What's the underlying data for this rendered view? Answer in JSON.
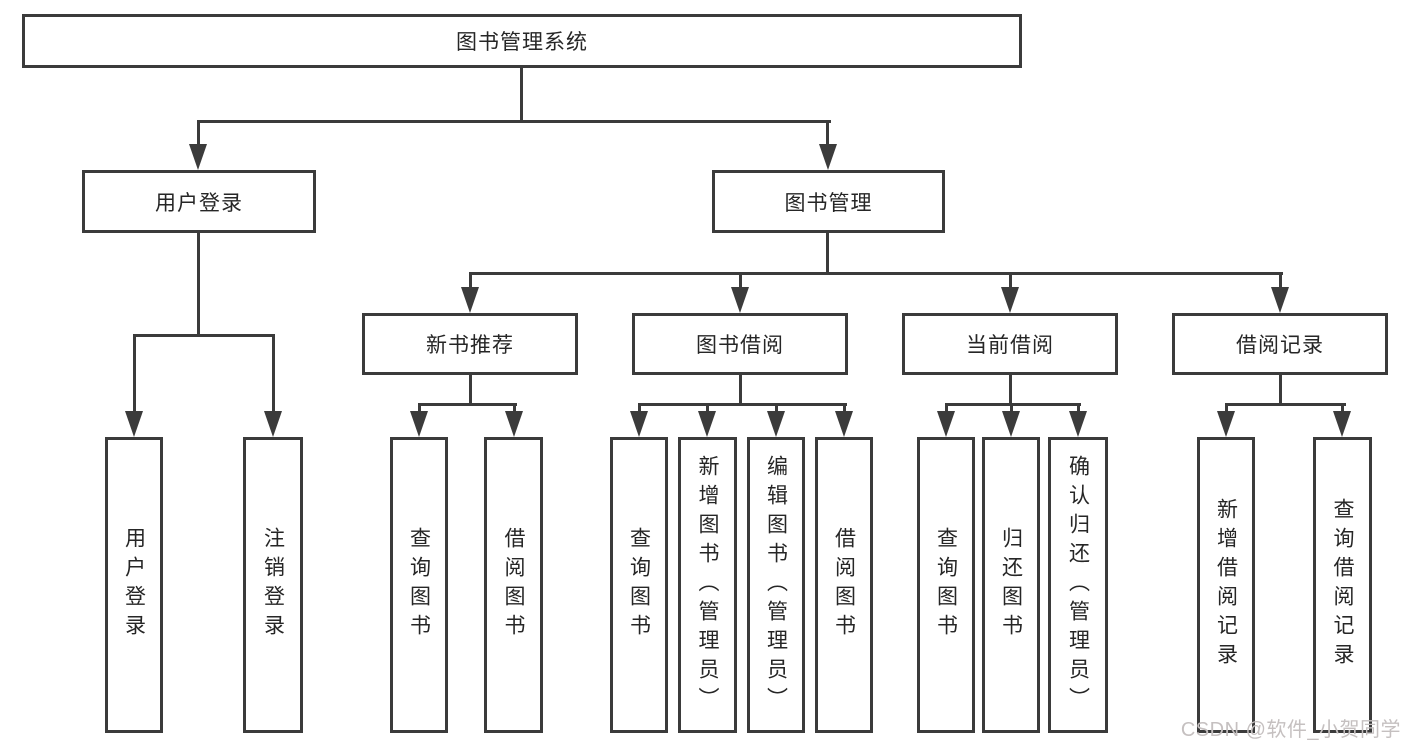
{
  "diagram": {
    "root": {
      "label": "图书管理系统"
    },
    "level2": [
      {
        "label": "用户登录"
      },
      {
        "label": "图书管理"
      }
    ],
    "level3": [
      {
        "label": "新书推荐"
      },
      {
        "label": "图书借阅"
      },
      {
        "label": "当前借阅"
      },
      {
        "label": "借阅记录"
      }
    ],
    "leaves": {
      "user_login": [
        "用户登录",
        "注销登录"
      ],
      "new_book": [
        "查询图书",
        "借阅图书"
      ],
      "book_borrow": [
        "查询图书",
        "新增图书（管理员）",
        "编辑图书（管理员）",
        "借阅图书"
      ],
      "current_borrow": [
        "查询图书",
        "归还图书",
        "确认归还（管理员）"
      ],
      "borrow_records": [
        "新增借阅记录",
        "查询借阅记录"
      ]
    }
  },
  "watermark": {
    "text": "CSDN @软件_小贺同学"
  },
  "colors": {
    "line": "#3b3b3b",
    "text": "#262626",
    "background": "#ffffff",
    "watermark": "#c5c0c0"
  }
}
